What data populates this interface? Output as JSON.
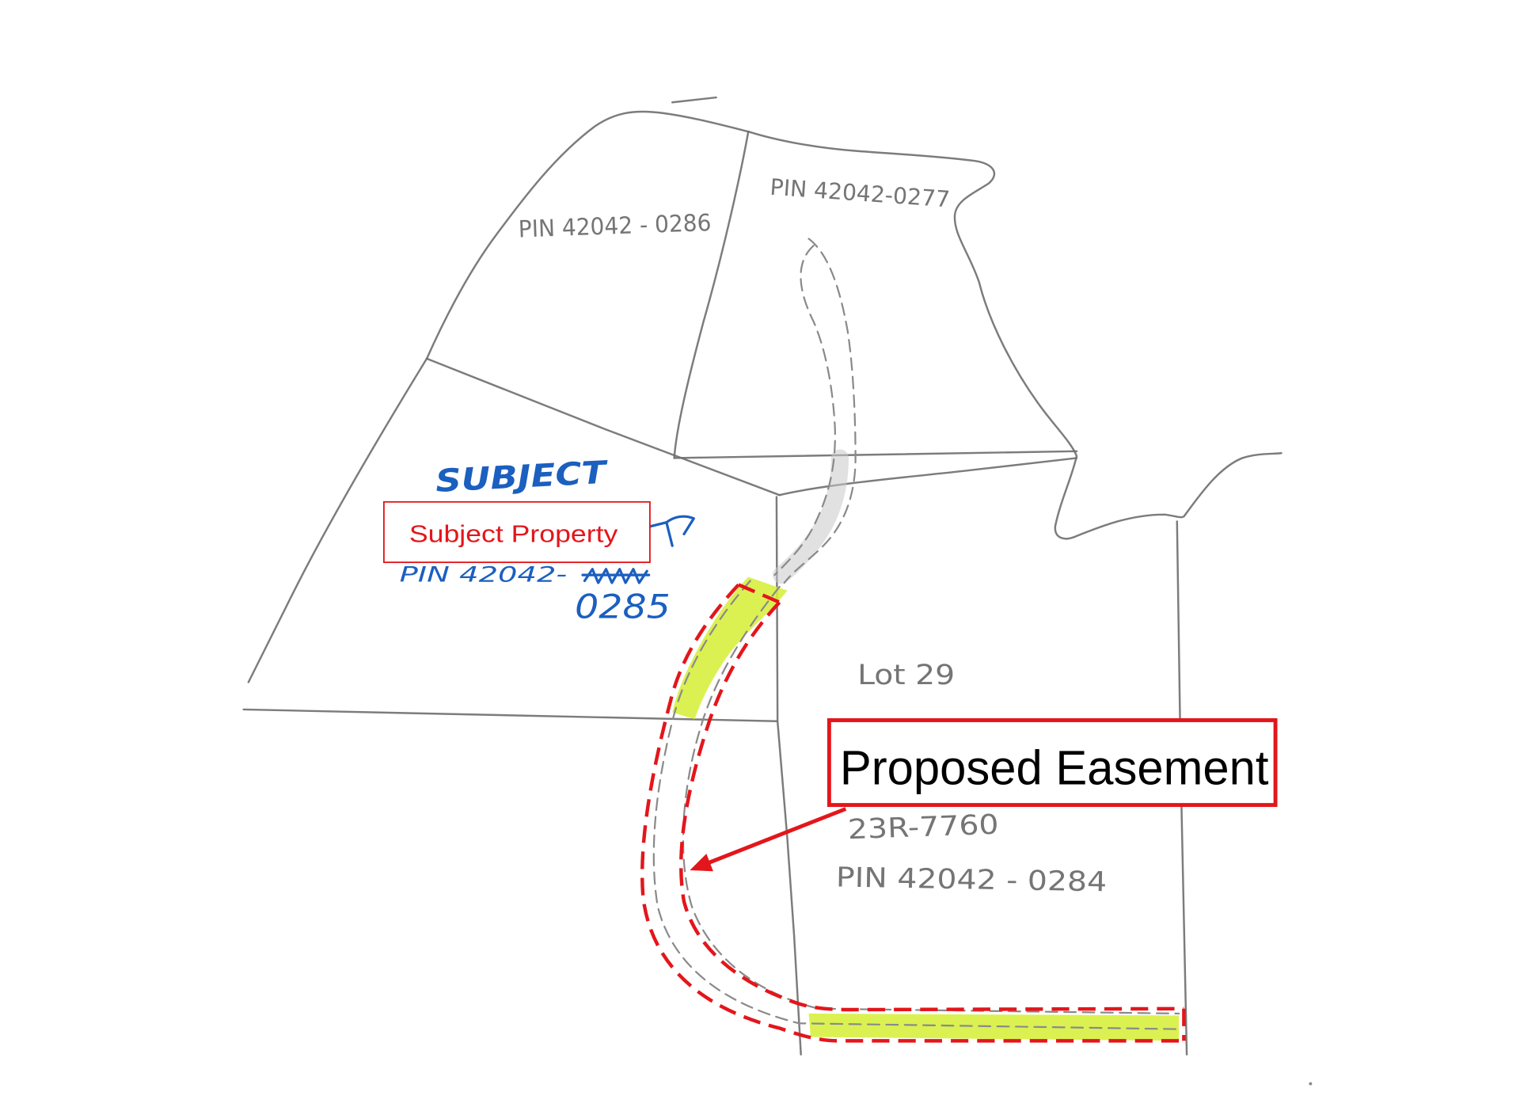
{
  "parcels": {
    "pin_0286": "PIN 42042 - 0286",
    "pin_0277": "PIN 42042-0277",
    "subject_handwritten": "SUBJECT",
    "subject_pin_prefix": "PIN 42042-",
    "subject_pin_suffix": "0285",
    "lot_label": "Lot 29",
    "lot_reference": "23R-7760",
    "pin_0284": "PIN 42042 - 0284"
  },
  "callouts": {
    "subject_property": "Subject Property",
    "proposed_easement": "Proposed Easement"
  },
  "colors": {
    "pencil": "#6e6e6e",
    "ink_blue": "#1b5fbf",
    "annotation_red": "#e3161b",
    "highlight": "#d6ef3a"
  }
}
